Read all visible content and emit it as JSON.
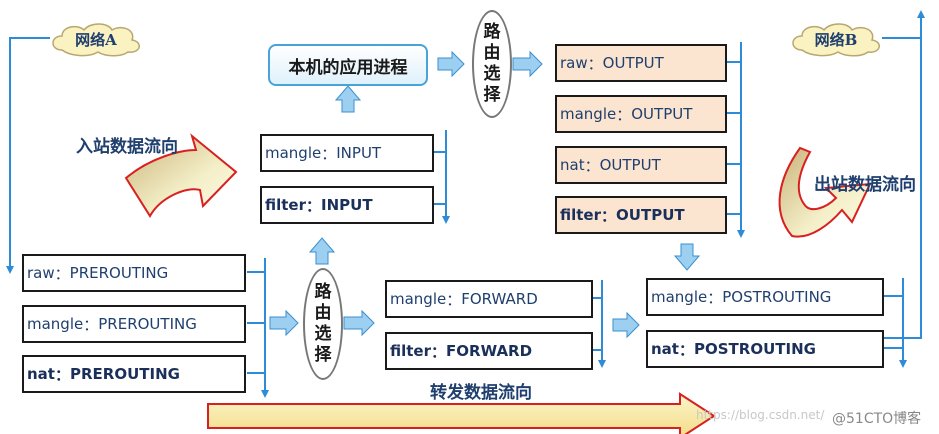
{
  "clouds": {
    "a": "网络A",
    "b": "网络B"
  },
  "app_process": "本机的应用进程",
  "routing_label": [
    "路",
    "由",
    "选",
    "择"
  ],
  "chains": {
    "prerouting": [
      {
        "table": "raw",
        "sep": "：",
        "chain": "PREROUTING",
        "bold": false
      },
      {
        "table": "mangle",
        "sep": "：",
        "chain": "PREROUTING",
        "bold": false
      },
      {
        "table": "nat",
        "sep": "：",
        "chain": "PREROUTING",
        "bold": true
      }
    ],
    "input": [
      {
        "table": "mangle",
        "sep": "：",
        "chain": "INPUT",
        "bold": false
      },
      {
        "table": "filter",
        "sep": "：",
        "chain": "INPUT",
        "bold": true
      }
    ],
    "forward": [
      {
        "table": "mangle",
        "sep": "：",
        "chain": "FORWARD",
        "bold": false
      },
      {
        "table": "filter",
        "sep": "：",
        "chain": "FORWARD",
        "bold": true
      }
    ],
    "output": [
      {
        "table": "raw",
        "sep": "：",
        "chain": "OUTPUT",
        "bold": false
      },
      {
        "table": "mangle",
        "sep": "：",
        "chain": "OUTPUT",
        "bold": false
      },
      {
        "table": "nat",
        "sep": "：",
        "chain": "OUTPUT",
        "bold": false
      },
      {
        "table": "filter",
        "sep": "：",
        "chain": "OUTPUT",
        "bold": true
      }
    ],
    "postrouting": [
      {
        "table": "mangle",
        "sep": "：",
        "chain": "POSTROUTING",
        "bold": false
      },
      {
        "table": "nat",
        "sep": "：",
        "chain": "POSTROUTING",
        "bold": true
      }
    ]
  },
  "flow_labels": {
    "inbound": "入站数据流向",
    "outbound": "出站数据流向",
    "forward": "转发数据流向"
  },
  "watermarks": {
    "csdn": "https://blog.csdn.net/",
    "cto": "@51CTO博客"
  },
  "colors": {
    "line_blue": "#2e8bd8",
    "arrow_fill": "#9dd0f0",
    "peach": "#fbe5d0",
    "curve_fill": "#f6f0b8",
    "curve_stroke": "#d92020",
    "text_navy": "#1f3f6e"
  }
}
